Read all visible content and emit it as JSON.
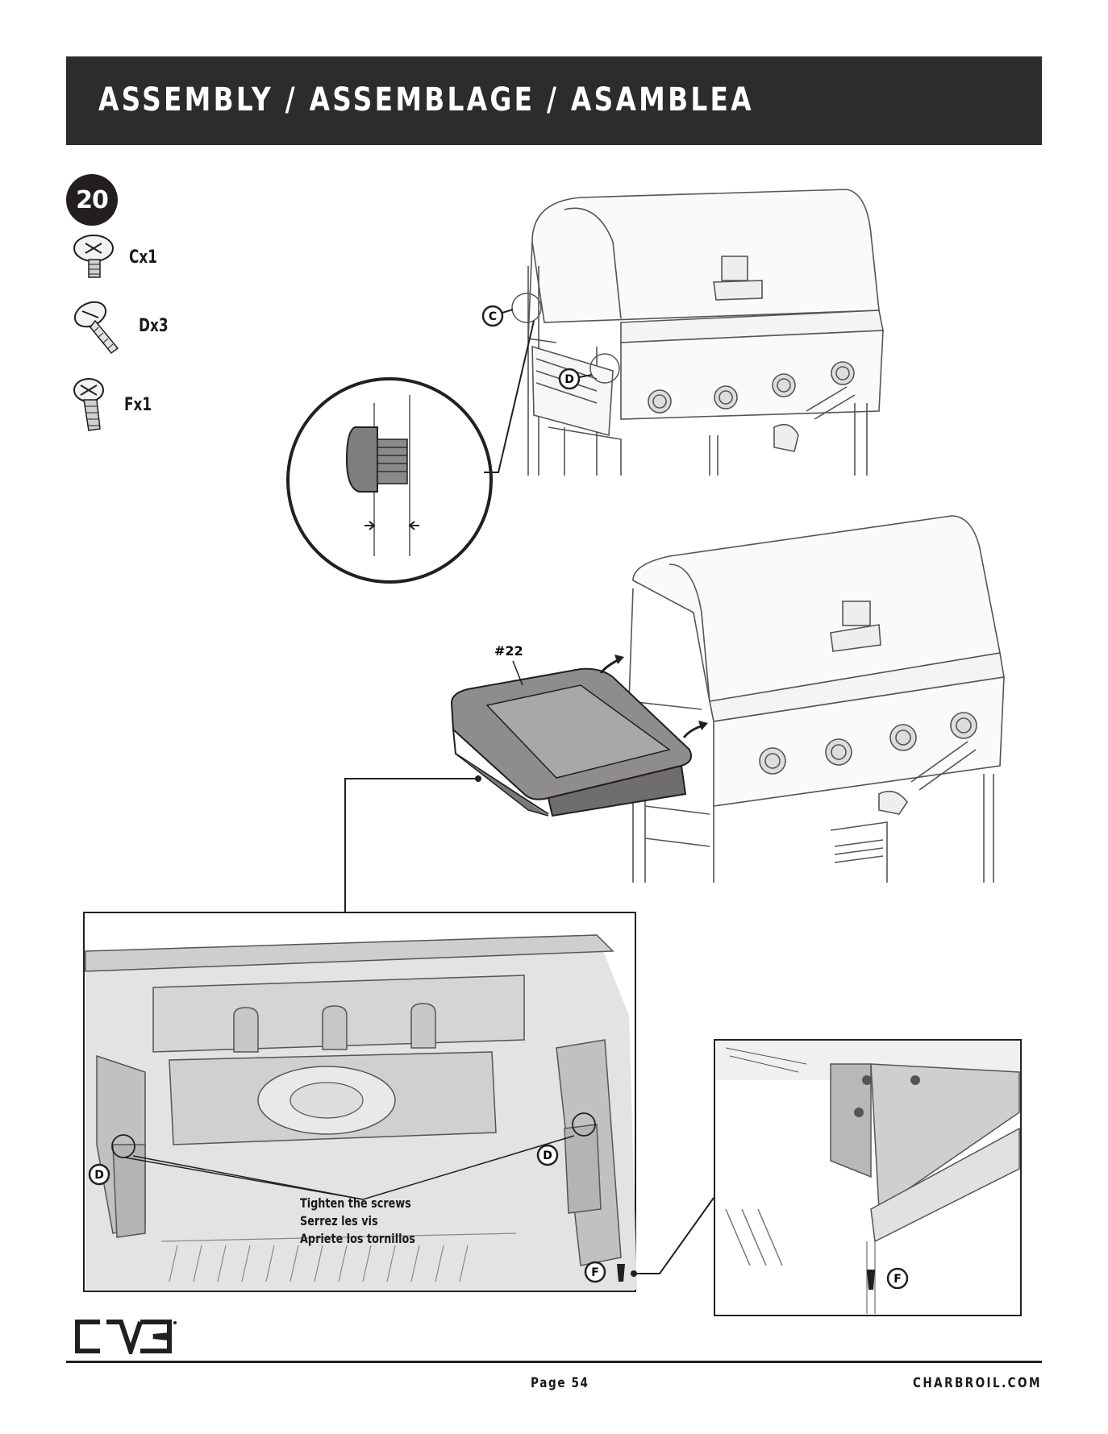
{
  "header": {
    "title": "ASSEMBLY / ASSEMBLAGE / ASAMBLEA"
  },
  "step": {
    "number": "20"
  },
  "hardware": [
    {
      "icon": "screw-c-icon",
      "qty": "Cx1"
    },
    {
      "icon": "screw-d-icon",
      "qty": "Dx3"
    },
    {
      "icon": "screw-f-icon",
      "qty": "Fx1"
    }
  ],
  "labels": {
    "c": "C",
    "d": "D",
    "f": "F",
    "part": "#22"
  },
  "instructions": {
    "line1": "Tighten the screws",
    "line2": "Serrez les vis",
    "line3": "Apriete los tornillos"
  },
  "footer": {
    "page": "Page 54",
    "site": "CHARBROIL.COM"
  },
  "colors": {
    "header_bg": "#2d2b2c",
    "part_fill": "#8e8c8d",
    "detail_fill": "#d9d8d8",
    "line": "#231f20"
  }
}
